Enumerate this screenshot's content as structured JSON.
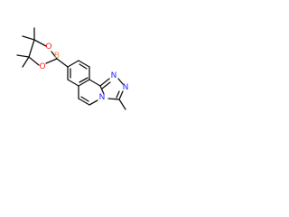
{
  "molecule": {
    "atoms": {
      "boron": {
        "label": "B",
        "color": "#ff8b38"
      },
      "oxygen_upper": {
        "label": "O",
        "color": "#ff1f1f"
      },
      "oxygen_lower": {
        "label": "O",
        "color": "#ff1f1f"
      },
      "nitrogen_bridge": {
        "label": "N",
        "color": "#2424ff"
      },
      "nitrogen_1": {
        "label": "N",
        "color": "#2424ff"
      },
      "nitrogen_2": {
        "label": "N",
        "color": "#2424ff"
      }
    },
    "bond_color": "#111111"
  }
}
